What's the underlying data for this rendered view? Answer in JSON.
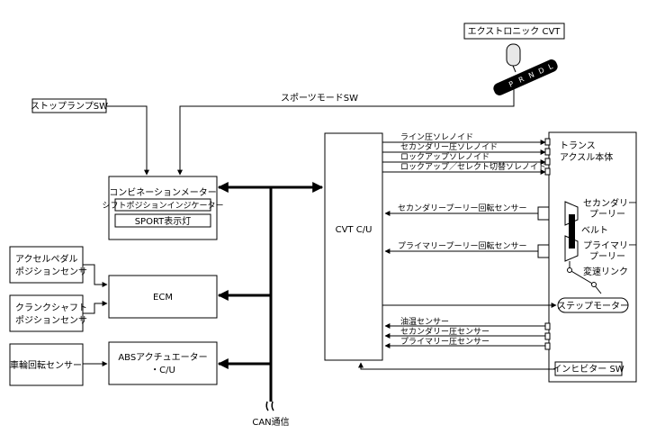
{
  "labels": {
    "ecvt": "エクストロニック CVT",
    "stop_lamp_sw": "ストップランプSW",
    "sport_mode_sw": "スポーツモードSW",
    "combination_meter": "コンビネーションメーター",
    "shift_position_indicator": "シフトポジションインジケーター",
    "sport_lamp": "SPORT表示灯",
    "accel_pedal_sensor": [
      "アクセルペダル",
      "ポジションセンサ"
    ],
    "crankshaft_sensor": [
      "クランクシャフト",
      "ポジションセンサ"
    ],
    "wheel_speed_sensor": "車輪回転センサー",
    "ecm": "ECM",
    "abs_actuator": [
      "ABSアクチュエーター",
      "・C/U"
    ],
    "can": "CAN通信",
    "cvt_cu": "CVT C/U",
    "line_pressure_solenoid": "ライン圧ソレノイド",
    "secondary_pressure_solenoid": "セカンダリー圧ソレノイド",
    "lockup_solenoid": "ロックアップソレノイド",
    "lockup_select_solenoid": "ロックアップ／セレクト切替ソレノイド",
    "secondary_pulley_speed_sensor": "セカンダリープーリー回転センサー",
    "primary_pulley_speed_sensor": "プライマリープーリー回転センサー",
    "oil_temp_sensor": "油温センサー",
    "secondary_pressure_sensor": "セカンダリー圧センサー",
    "primary_pressure_sensor": "プライマリー圧センサー",
    "inhibitor_sw": "インヒビター SW",
    "transaxle": [
      "トランス",
      "アクスル本体"
    ],
    "secondary_pulley": [
      "セカンダリー",
      "プーリー"
    ],
    "belt": "ベルト",
    "primary_pulley": [
      "プライマリー",
      "プーリー"
    ],
    "shift_link": "変速リンク",
    "step_motor": "ステップモーター",
    "shift_letters": [
      "P",
      "R",
      "N",
      "D",
      "L"
    ]
  }
}
